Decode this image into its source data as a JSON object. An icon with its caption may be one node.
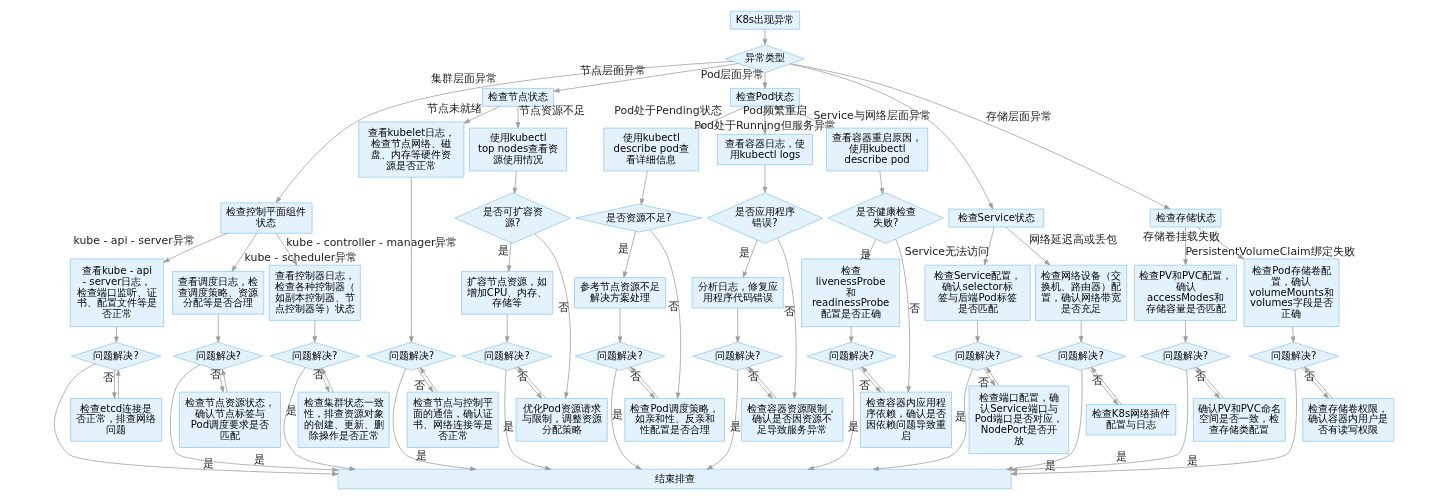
{
  "diagram": {
    "nodes": [
      {
        "text": [
          "K8s出现异常"
        ]
      },
      {
        "text": [
          "异常类型"
        ]
      },
      {
        "text": [
          "检查控制平面组件状态"
        ]
      },
      {
        "text": [
          "检查节点状态"
        ]
      },
      {
        "text": [
          "检查Pod状态"
        ]
      },
      {
        "text": [
          "检查Service状态"
        ]
      },
      {
        "text": [
          "检查存储状态"
        ]
      },
      {
        "text": [
          "查看kube - api - server日志，检查端口监听、证书、配置文件等是否正常"
        ]
      },
      {
        "text": [
          "查看调度日志，检查调度策略、资源分配等是否合理"
        ]
      },
      {
        "text": [
          "查看控制器日志，检查各种控制器（如副本控制器、节点控制器等）状态"
        ]
      },
      {
        "text": [
          "查看kubelet日志，检查节点网络、磁盘、内存等硬件资源是否正常"
        ]
      },
      {
        "text": [
          "使用kubectl top nodes查看资源使用情况"
        ]
      },
      {
        "text": [
          "使用kubectl describe pod查看详细信息"
        ]
      },
      {
        "text": [
          "查看容器日志，使用kubectl logs"
        ]
      },
      {
        "text": [
          "查看容器重启原因，使用kubectl describe pod"
        ]
      },
      {
        "text": [
          "是否可扩容资源?"
        ]
      },
      {
        "text": [
          "是否资源不足?"
        ]
      },
      {
        "text": [
          "是否应用程序错误?"
        ]
      },
      {
        "text": [
          "是否健康检查失败?"
        ]
      },
      {
        "text": [
          "扩容节点资源，如增加CPU、内存、存储等"
        ]
      },
      {
        "text": [
          "参考节点资源不足解决方案处理"
        ]
      },
      {
        "text": [
          "分析日志，修复应用程序代码错误"
        ]
      },
      {
        "text": [
          "检查livenessProbe和readinessProbe配置是否正确"
        ]
      },
      {
        "text": [
          "检查Service配置，确认selector标签与后端Pod标签是否匹配"
        ]
      },
      {
        "text": [
          "检查网络设备（交换机、路由器）配置，确认网络带宽是否充足"
        ]
      },
      {
        "text": [
          "检查PV和PVC配置，确认accessModes和存储容量是否匹配"
        ]
      },
      {
        "text": [
          "检查Pod存储卷配置，确认volumeMounts和volumes字段是否正确"
        ]
      },
      {
        "text": [
          "问题解决?"
        ]
      },
      {
        "text": [
          "问题解决?"
        ]
      },
      {
        "text": [
          "问题解决?"
        ]
      },
      {
        "text": [
          "问题解决?"
        ]
      },
      {
        "text": [
          "问题解决?"
        ]
      },
      {
        "text": [
          "问题解决?"
        ]
      },
      {
        "text": [
          "问题解决?"
        ]
      },
      {
        "text": [
          "问题解决?"
        ]
      },
      {
        "text": [
          "问题解决?"
        ]
      },
      {
        "text": [
          "问题解决?"
        ]
      },
      {
        "text": [
          "问题解决?"
        ]
      },
      {
        "text": [
          "问题解决?"
        ]
      },
      {
        "text": [
          "检查etcd连接是否正常，排查网络问题"
        ]
      },
      {
        "text": [
          "检查节点资源状态，确认节点标签与Pod调度要求是否匹配"
        ]
      },
      {
        "text": [
          "检查集群状态一致性，排查资源对象的创建、更新、删除操作是否正常"
        ]
      },
      {
        "text": [
          "检查节点与控制平面的通信，确认证书、网络连接等是否正常"
        ]
      },
      {
        "text": [
          "优化Pod资源请求与限制，调整资源分配策略"
        ]
      },
      {
        "text": [
          "检查Pod调度策略，如亲和性、反亲和性配置是否合理"
        ]
      },
      {
        "text": [
          "结束排查"
        ]
      },
      {
        "text": [
          "检查容器资源限制，确认是否因资源不足导致服务异常"
        ]
      },
      {
        "text": [
          "检查容器内应用程序依赖，确认是否因依赖问题导致重启"
        ]
      },
      {
        "text": [
          "检查端口配置，确认Service端口与Pod端口是否对应，NodePort是否开放"
        ]
      },
      {
        "text": [
          "检查K8s网络插件配置与日志"
        ]
      },
      {
        "text": [
          "确认PV和PVC命名空间是否一致，检查存储类配置"
        ]
      },
      {
        "text": [
          "检查存储卷权限，确认容器内用户是否有读写权限"
        ]
      }
    ],
    "edges": [
      {
        "from": 0,
        "to": 1,
        "arrow": "to"
      },
      {
        "from": 1,
        "to": 2,
        "arrow": "to",
        "label": "集群层面异常"
      },
      {
        "from": 1,
        "to": 3,
        "arrow": "to",
        "label": "节点层面异常"
      },
      {
        "from": 1,
        "to": 4,
        "arrow": "to",
        "label": "Pod层面异常"
      },
      {
        "from": 1,
        "to": 5,
        "arrow": "to",
        "label": "Service与网络层面异常"
      },
      {
        "from": 1,
        "to": 6,
        "arrow": "to",
        "label": "存储层面异常"
      },
      {
        "from": 2,
        "to": 7,
        "arrow": "to",
        "label": "kube - api - server异常"
      },
      {
        "from": 2,
        "to": 8,
        "arrow": "to",
        "label": "kube - scheduler异常"
      },
      {
        "from": 2,
        "to": 9,
        "arrow": "to",
        "label": "kube - controller - manager异常"
      },
      {
        "from": 3,
        "to": 10,
        "arrow": "to",
        "label": "节点未就绪"
      },
      {
        "from": 3,
        "to": 11,
        "arrow": "to",
        "label": "节点资源不足"
      },
      {
        "from": 4,
        "to": 12,
        "arrow": "to",
        "label": "Pod处于Pending状态"
      },
      {
        "from": 4,
        "to": 13,
        "arrow": "to",
        "label": "Pod处于Running但服务异常"
      },
      {
        "from": 4,
        "to": 14,
        "arrow": "to",
        "label": "Pod频繁重启"
      },
      {
        "from": 5,
        "to": 23,
        "arrow": "to",
        "label": "Service无法访问"
      },
      {
        "from": 5,
        "to": 24,
        "arrow": "to",
        "label": "网络延迟高或丢包"
      },
      {
        "from": 6,
        "to": 25,
        "arrow": "to",
        "label": "PersistentVolumeClaim绑定失败"
      },
      {
        "from": 6,
        "to": 26,
        "arrow": "to",
        "label": "存储卷挂载失败"
      },
      {
        "from": 11,
        "to": 15,
        "arrow": "to"
      },
      {
        "from": 12,
        "to": 16,
        "arrow": "to"
      },
      {
        "from": 13,
        "to": 17,
        "arrow": "to"
      },
      {
        "from": 14,
        "to": 18,
        "arrow": "to"
      },
      {
        "from": 15,
        "to": 19,
        "arrow": "to",
        "label": "是"
      },
      {
        "from": 15,
        "to": 43,
        "arrow": "to",
        "label": "否"
      },
      {
        "from": 16,
        "to": 20,
        "arrow": "to",
        "label": "是"
      },
      {
        "from": 16,
        "to": 44,
        "arrow": "to",
        "label": "否"
      },
      {
        "from": 17,
        "to": 21,
        "arrow": "to",
        "label": "是"
      },
      {
        "from": 17,
        "to": 46,
        "arrow": "to",
        "label": "否"
      },
      {
        "from": 18,
        "to": 22,
        "arrow": "to",
        "label": "是"
      },
      {
        "from": 18,
        "to": 47,
        "arrow": "to",
        "label": "否"
      },
      {
        "from": 7,
        "to": 27,
        "arrow": "to"
      },
      {
        "from": 8,
        "to": 28,
        "arrow": "to"
      },
      {
        "from": 9,
        "to": 29,
        "arrow": "to"
      },
      {
        "from": 10,
        "to": 30,
        "arrow": "to"
      },
      {
        "from": 19,
        "to": 31,
        "arrow": "to"
      },
      {
        "from": 20,
        "to": 32,
        "arrow": "to"
      },
      {
        "from": 21,
        "to": 33,
        "arrow": "to"
      },
      {
        "from": 22,
        "to": 34,
        "arrow": "to"
      },
      {
        "from": 23,
        "to": 35,
        "arrow": "to"
      },
      {
        "from": 24,
        "to": 36,
        "arrow": "to"
      },
      {
        "from": 25,
        "to": 37,
        "arrow": "to"
      },
      {
        "from": 26,
        "to": 38,
        "arrow": "to"
      },
      {
        "from": 27,
        "to": 45,
        "arrow": "to",
        "label": "是"
      },
      {
        "from": 27,
        "to": 39,
        "arrow": "to",
        "label": "否"
      },
      {
        "from": 39,
        "to": 27,
        "arrow": "to"
      },
      {
        "from": 28,
        "to": 45,
        "arrow": "to",
        "label": "是"
      },
      {
        "from": 28,
        "to": 40,
        "arrow": "to",
        "label": "否"
      },
      {
        "from": 40,
        "to": 28,
        "arrow": "to"
      },
      {
        "from": 29,
        "to": 45,
        "arrow": "to",
        "label": "是"
      },
      {
        "from": 29,
        "to": 41,
        "arrow": "to",
        "label": "否"
      },
      {
        "from": 41,
        "to": 29,
        "arrow": "to"
      },
      {
        "from": 30,
        "to": 45,
        "arrow": "to",
        "label": "是"
      },
      {
        "from": 30,
        "to": 42,
        "arrow": "to",
        "label": "否"
      },
      {
        "from": 42,
        "to": 30,
        "arrow": "to"
      },
      {
        "from": 31,
        "to": 45,
        "arrow": "to",
        "label": "是"
      },
      {
        "from": 31,
        "to": 43,
        "arrow": "to",
        "label": "否"
      },
      {
        "from": 43,
        "to": 31,
        "arrow": "to"
      },
      {
        "from": 32,
        "to": 45,
        "arrow": "to",
        "label": "是"
      },
      {
        "from": 32,
        "to": 44,
        "arrow": "to",
        "label": "否"
      },
      {
        "from": 44,
        "to": 32,
        "arrow": "to"
      },
      {
        "from": 33,
        "to": 45,
        "arrow": "to",
        "label": "是"
      },
      {
        "from": 33,
        "to": 46,
        "arrow": "to",
        "label": "否"
      },
      {
        "from": 46,
        "to": 33,
        "arrow": "to"
      },
      {
        "from": 34,
        "to": 45,
        "arrow": "to",
        "label": "是"
      },
      {
        "from": 34,
        "to": 47,
        "arrow": "to",
        "label": "否"
      },
      {
        "from": 47,
        "to": 34,
        "arrow": "to"
      },
      {
        "from": 35,
        "to": 45,
        "arrow": "to",
        "label": "是"
      },
      {
        "from": 35,
        "to": 48,
        "arrow": "to",
        "label": "否"
      },
      {
        "from": 48,
        "to": 35,
        "arrow": "to"
      },
      {
        "from": 36,
        "to": 45,
        "arrow": "to",
        "label": "是"
      },
      {
        "from": 36,
        "to": 49,
        "arrow": "to",
        "label": "否"
      },
      {
        "from": 49,
        "to": 36,
        "arrow": "to"
      },
      {
        "from": 37,
        "to": 45,
        "arrow": "to",
        "label": "是"
      },
      {
        "from": 37,
        "to": 50,
        "arrow": "to",
        "label": "否"
      },
      {
        "from": 50,
        "to": 37,
        "arrow": "to"
      },
      {
        "from": 38,
        "to": 45,
        "arrow": "to",
        "label": "是"
      },
      {
        "from": 38,
        "to": 51,
        "arrow": "to",
        "label": "否"
      },
      {
        "from": 51,
        "to": 38,
        "arrow": "to"
      }
    ]
  }
}
